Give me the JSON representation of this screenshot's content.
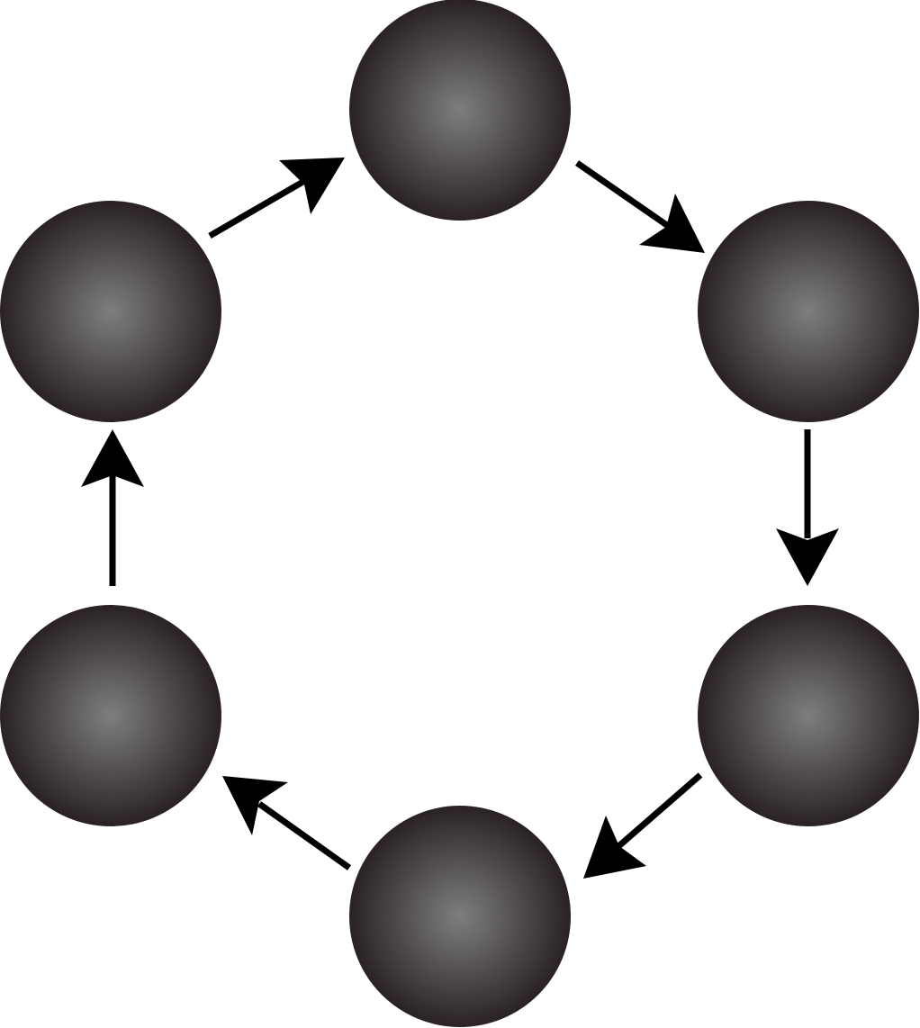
{
  "diagram": {
    "type": "cycle",
    "node_count": 6,
    "direction": "clockwise",
    "colors": {
      "background": "#ffffff",
      "node_highlight": "#7e7e7e",
      "node_shadow": "#2a2222",
      "arrow": "#000000"
    },
    "nodes": [
      {
        "id": "top"
      },
      {
        "id": "upper-right"
      },
      {
        "id": "lower-right"
      },
      {
        "id": "bottom"
      },
      {
        "id": "lower-left"
      },
      {
        "id": "upper-left"
      }
    ],
    "edges": [
      {
        "from": "upper-left",
        "to": "top"
      },
      {
        "from": "top",
        "to": "upper-right"
      },
      {
        "from": "upper-right",
        "to": "lower-right"
      },
      {
        "from": "lower-right",
        "to": "bottom"
      },
      {
        "from": "bottom",
        "to": "lower-left"
      },
      {
        "from": "lower-left",
        "to": "upper-left"
      }
    ]
  }
}
